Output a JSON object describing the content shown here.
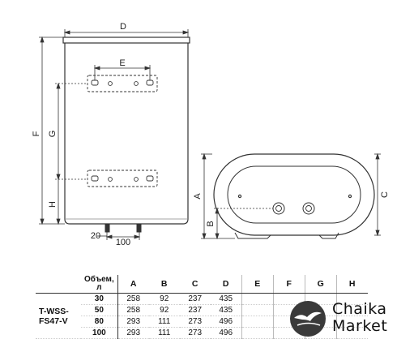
{
  "drawing": {
    "labels": {
      "D": "D",
      "E": "E",
      "F": "F",
      "G": "G",
      "H": "H",
      "A": "A",
      "B": "B",
      "C": "C",
      "dim_20": "20",
      "dim_100": "100"
    }
  },
  "table": {
    "model": "T-WSS-FS47-V",
    "model_line1": "T-WSS-",
    "model_line2": "FS47-V",
    "volume_header_line1": "Объем,",
    "volume_header_line2": "л",
    "columns": [
      "A",
      "B",
      "C",
      "D",
      "E",
      "F",
      "G",
      "H"
    ],
    "rows": [
      {
        "volume": "30",
        "A": "258",
        "B": "92",
        "C": "237",
        "D": "435"
      },
      {
        "volume": "50",
        "A": "258",
        "B": "92",
        "C": "237",
        "D": "435"
      },
      {
        "volume": "80",
        "A": "293",
        "B": "111",
        "C": "273",
        "D": "496"
      },
      {
        "volume": "100",
        "A": "293",
        "B": "111",
        "C": "273",
        "D": "496"
      }
    ]
  },
  "logo": {
    "line1": "Chaika",
    "line2": "Market",
    "icon": "seagull-logo-icon"
  }
}
